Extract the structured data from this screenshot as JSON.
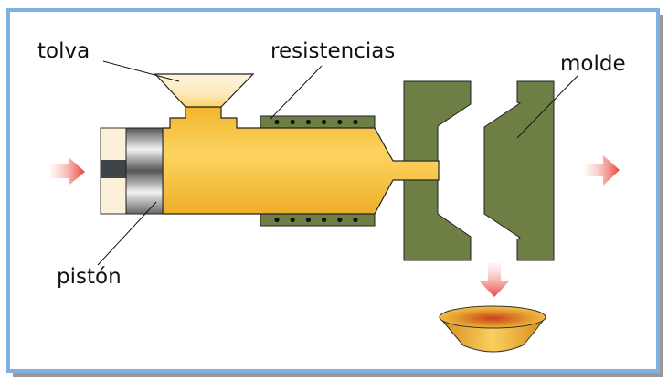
{
  "labels": {
    "hopper": "tolva",
    "heaters": "resistencias",
    "mold": "molde",
    "piston": "pistón"
  },
  "colors": {
    "frame": "#7fb2e0",
    "plastic": "#f8c640",
    "mold": "#6e7f46",
    "arrow": "#e8413a"
  }
}
